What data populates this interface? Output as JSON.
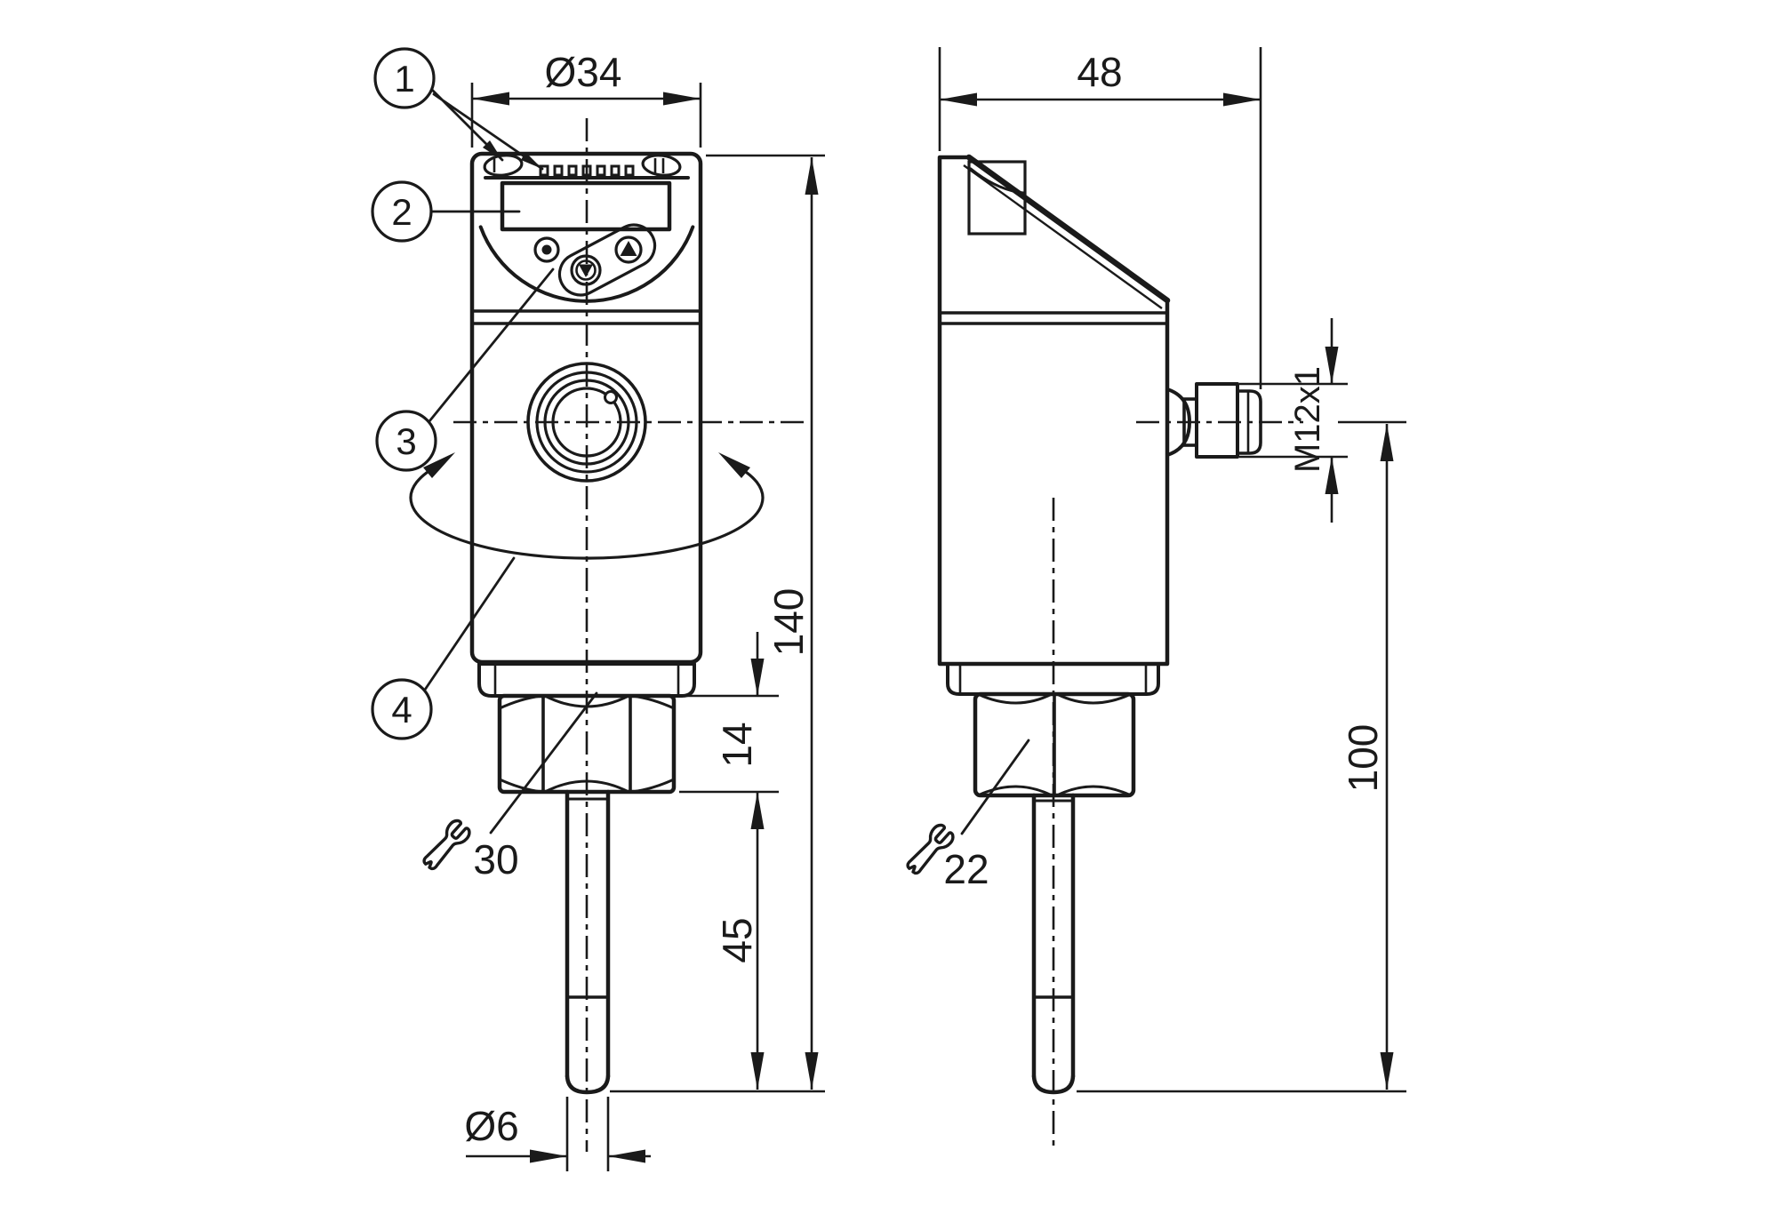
{
  "drawing": {
    "type": "technical-dimension-drawing",
    "views": {
      "front": "front-view",
      "side": "side-view"
    },
    "colors": {
      "line": "#1a1a1a",
      "background": "#ffffff"
    },
    "dims": {
      "head_diameter": "Ø34",
      "overall_height": "140",
      "nut_height": "14",
      "probe_length": "45",
      "probe_diameter": "Ø6",
      "housing_depth": "48",
      "connector_thread": "M12x1",
      "install_length": "100"
    },
    "wrench": {
      "front": "30",
      "side": "22"
    },
    "callouts": {
      "n1": "1",
      "n2": "2",
      "n3": "3",
      "n4": "4"
    },
    "icons": {
      "wrench": "open-end-wrench-icon",
      "rotation": "rotation-arrows-icon",
      "buttons": "up-down-enter-buttons"
    }
  }
}
